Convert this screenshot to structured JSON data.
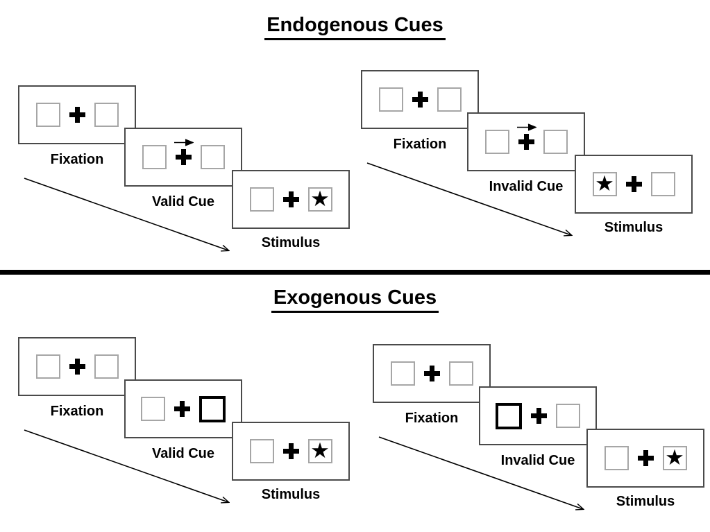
{
  "diagram": {
    "glyphs": {
      "star": "★"
    },
    "colors": {
      "background": "#ffffff",
      "panel_border": "#4a4a4a",
      "box_border": "#a6a6a6",
      "cue_box_border": "#000000",
      "ink": "#000000"
    },
    "sections": [
      {
        "id": "endogenous",
        "title": "Endogenous Cues",
        "trials": [
          {
            "name": "valid",
            "steps": [
              {
                "label": "Fixation",
                "kind": "fixation",
                "left_box": "empty",
                "right_box": "empty"
              },
              {
                "label": "Valid Cue",
                "kind": "central-arrow-cue",
                "arrow_direction": "right",
                "left_box": "empty",
                "right_box": "empty"
              },
              {
                "label": "Stimulus",
                "kind": "stimulus",
                "left_box": "empty",
                "right_box": "star"
              }
            ]
          },
          {
            "name": "invalid",
            "steps": [
              {
                "label": "Fixation",
                "kind": "fixation",
                "left_box": "empty",
                "right_box": "empty"
              },
              {
                "label": "Invalid Cue",
                "kind": "central-arrow-cue",
                "arrow_direction": "right",
                "left_box": "empty",
                "right_box": "empty"
              },
              {
                "label": "Stimulus",
                "kind": "stimulus",
                "left_box": "star",
                "right_box": "empty"
              }
            ]
          }
        ]
      },
      {
        "id": "exogenous",
        "title": "Exogenous Cues",
        "trials": [
          {
            "name": "valid",
            "steps": [
              {
                "label": "Fixation",
                "kind": "fixation",
                "left_box": "empty",
                "right_box": "empty"
              },
              {
                "label": "Valid Cue",
                "kind": "peripheral-box-cue",
                "left_box": "empty",
                "right_box": "highlight"
              },
              {
                "label": "Stimulus",
                "kind": "stimulus",
                "left_box": "empty",
                "right_box": "star"
              }
            ]
          },
          {
            "name": "invalid",
            "steps": [
              {
                "label": "Fixation",
                "kind": "fixation",
                "left_box": "empty",
                "right_box": "empty"
              },
              {
                "label": "Invalid Cue",
                "kind": "peripheral-box-cue",
                "left_box": "highlight",
                "right_box": "empty"
              },
              {
                "label": "Stimulus",
                "kind": "stimulus",
                "left_box": "empty",
                "right_box": "star"
              }
            ]
          }
        ]
      }
    ]
  }
}
